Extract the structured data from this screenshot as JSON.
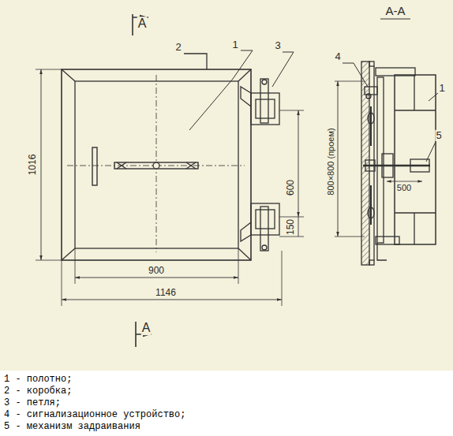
{
  "diagram": {
    "labels": [
      "А",
      "А-А",
      "2",
      "1",
      "3",
      "4",
      "1016",
      "600",
      "150",
      "800×800 (проем)",
      "1",
      "5",
      "500",
      "900",
      "1146",
      "А",
      "1 - полотно;",
      "2 - коробка;",
      "3 - петля;",
      "4 - сигнализационное устройство;",
      "5 - механизм задраивания"
    ]
  }
}
